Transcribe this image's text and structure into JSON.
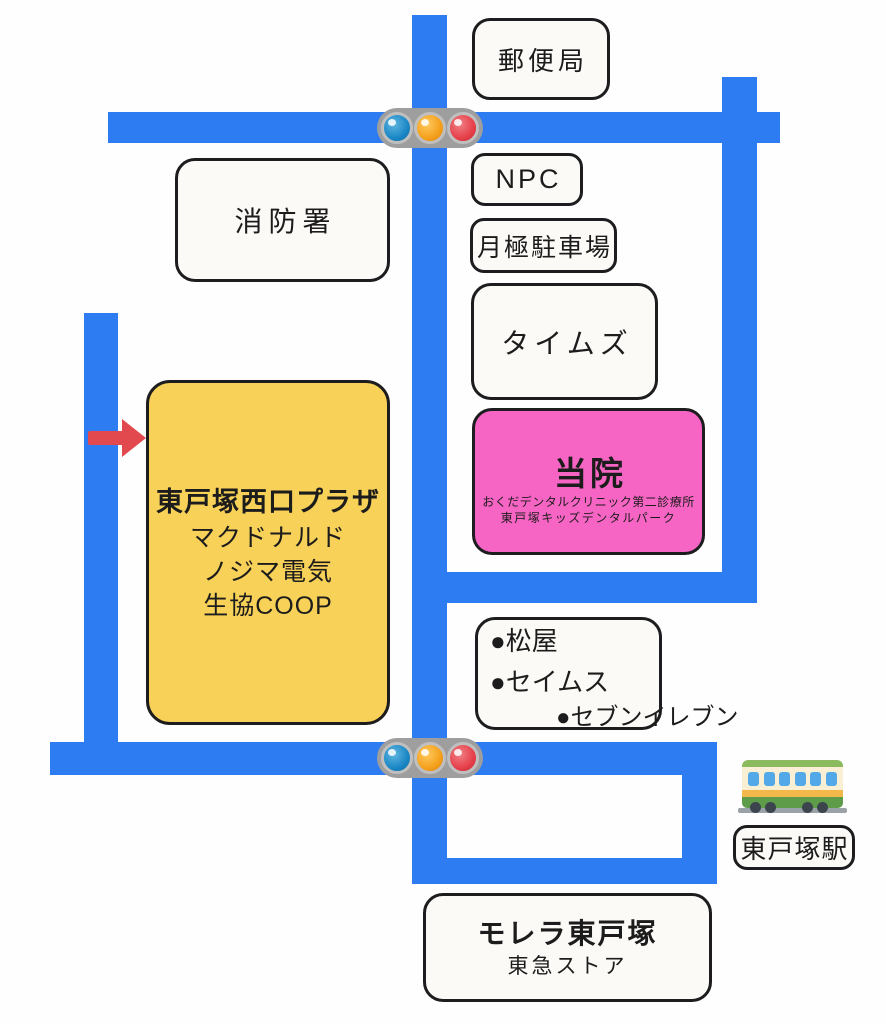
{
  "colors": {
    "road": "#2e7cf1",
    "plaza_yellow": "#f7d158",
    "clinic_pink": "#f665c4",
    "arrow_red": "#e2494f",
    "signal_body": "#9e9e9e",
    "signal_blue": "#1a87c6",
    "signal_orange": "#f4a01c",
    "signal_red": "#e6404a"
  },
  "buildings": {
    "post_office": {
      "label": "郵便局"
    },
    "fire_station": {
      "label": "消防署"
    },
    "npc_parking": {
      "label": "NPC"
    },
    "monthly_parking": {
      "label": "月極駐車場"
    },
    "times_parking": {
      "label": "タイムズ"
    },
    "clinic": {
      "label": "当院",
      "sub1": "おくだデンタルクリニック第二診療所",
      "sub2": "東戸塚キッズデンタルパーク"
    },
    "plaza": {
      "label": "東戸塚西口プラザ",
      "tenants": [
        "マクドナルド",
        "ノジマ電気",
        "生協COOP"
      ]
    },
    "shops": {
      "lines": [
        "●松屋",
        "●セイムス",
        "●セブンイレブン"
      ]
    },
    "station": {
      "label": "東戸塚駅"
    },
    "morela": {
      "label": "モレラ東戸塚",
      "sub": "東急ストア"
    }
  },
  "icons": {
    "signal_top": "traffic-signal",
    "signal_bottom": "traffic-signal",
    "train": "train-car",
    "arrow": "red-arrow-right"
  }
}
